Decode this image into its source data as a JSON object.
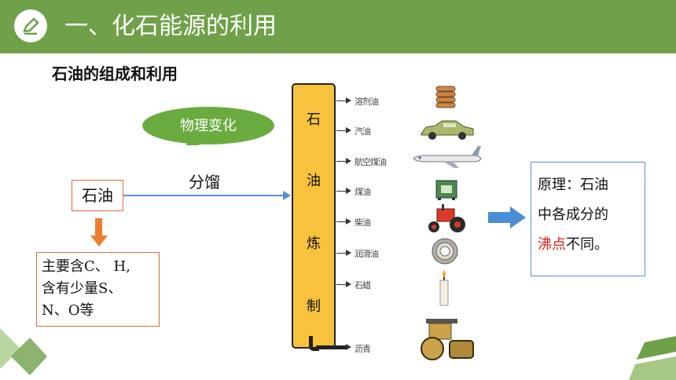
{
  "header": {
    "title": "一、化石能源的利用",
    "icon": "pencil-icon",
    "color": "#6fa04a"
  },
  "subtitle": "石油的组成和利用",
  "bubble": {
    "label": "物理变化",
    "color": "#6aab3f"
  },
  "process_label": "分馏",
  "source": "石油",
  "composition": {
    "line1": "主要含C、 H,",
    "line2": "含有少量S、",
    "line3": "N、O等"
  },
  "column": {
    "chars": [
      "石",
      "油",
      "炼",
      "制"
    ],
    "color": "#f7c23c"
  },
  "products": [
    {
      "name": "溶剂油",
      "icon": "coins-stack-icon"
    },
    {
      "name": "汽油",
      "icon": "car-icon"
    },
    {
      "name": "航空煤油",
      "icon": "airplane-icon"
    },
    {
      "name": "煤油",
      "icon": "stove-icon"
    },
    {
      "name": "柴油",
      "icon": "tractor-icon"
    },
    {
      "name": "润滑油",
      "icon": "bearing-icon"
    },
    {
      "name": "石蜡",
      "icon": "candle-icon"
    },
    {
      "name": "沥青",
      "icon": "road-roller-icon"
    }
  ],
  "principle": {
    "part1": "原理：石油",
    "part2": "中各成分的",
    "highlight": "沸点",
    "part3": "不同。"
  }
}
